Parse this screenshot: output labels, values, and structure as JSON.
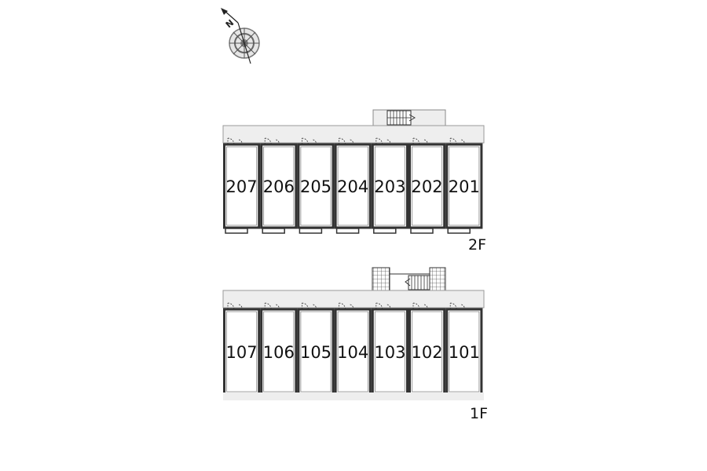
{
  "compass": {
    "north_letter": "N",
    "icon": "compass-rose-icon"
  },
  "floors": [
    {
      "label": "2F",
      "units": [
        "207",
        "206",
        "205",
        "204",
        "203",
        "202",
        "201"
      ],
      "stair": "straight-stair"
    },
    {
      "label": "1F",
      "units": [
        "107",
        "106",
        "105",
        "104",
        "103",
        "102",
        "101"
      ],
      "stair": "stair-with-landing-hatched"
    }
  ],
  "colors": {
    "wall": "#333333",
    "corridor": "#eeeeee",
    "hatch": "#555555",
    "background": "#ffffff"
  }
}
